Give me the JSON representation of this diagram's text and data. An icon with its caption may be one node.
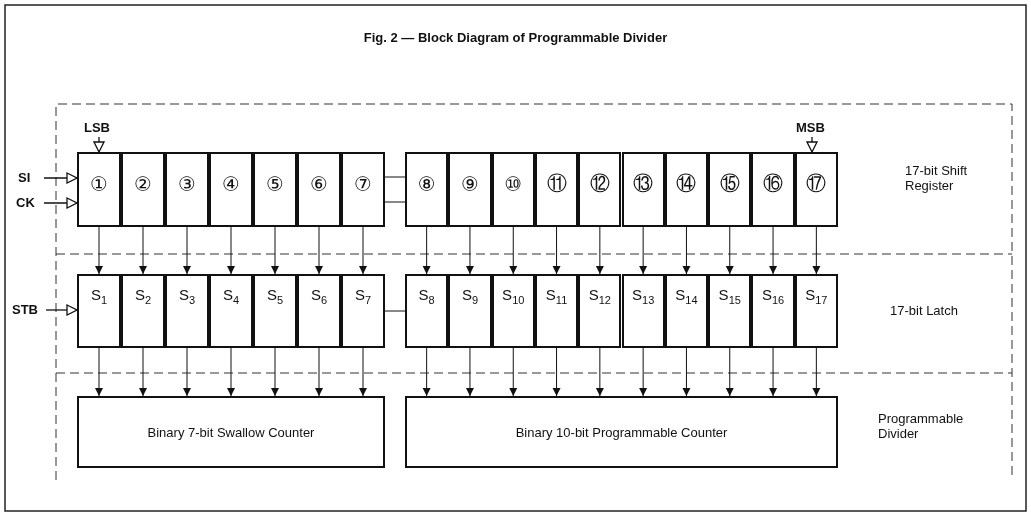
{
  "diagram": {
    "title": "Fig. 2 — Block Diagram of Programmable Divider",
    "nodes": [
      {
        "text": [
          "①"
        ]
      },
      {
        "text": [
          "②"
        ]
      },
      {
        "text": [
          "③"
        ]
      },
      {
        "text": [
          "④"
        ]
      },
      {
        "text": [
          "⑤"
        ]
      },
      {
        "text": [
          "⑥"
        ]
      },
      {
        "text": [
          "⑦"
        ]
      },
      {
        "text": [
          "⑧"
        ]
      },
      {
        "text": [
          "⑨"
        ]
      },
      {
        "text": [
          "⑩"
        ]
      },
      {
        "text": [
          "⑪"
        ]
      },
      {
        "text": [
          "⑫"
        ]
      },
      {
        "text": [
          "⑬"
        ]
      },
      {
        "text": [
          "⑭"
        ]
      },
      {
        "text": [
          "⑮"
        ]
      },
      {
        "text": [
          "⑯"
        ]
      },
      {
        "text": [
          "⑰"
        ]
      },
      {
        "text": [
          "S$_{1}$"
        ]
      },
      {
        "text": [
          "S$_{2}$"
        ]
      },
      {
        "text": [
          "S$_{3}$"
        ]
      },
      {
        "text": [
          "S$_{4}$"
        ]
      },
      {
        "text": [
          "S$_{5}$"
        ]
      },
      {
        "text": [
          "S$_{6}$"
        ]
      },
      {
        "text": [
          "S$_{7}$"
        ]
      },
      {
        "text": [
          "S$_{8}$"
        ]
      },
      {
        "text": [
          "S$_{9}$"
        ]
      },
      {
        "text": [
          "S$_{10}$"
        ]
      },
      {
        "text": [
          "S$_{11}$"
        ]
      },
      {
        "text": [
          "S$_{12}$"
        ]
      },
      {
        "text": [
          "S$_{13}$"
        ]
      },
      {
        "text": [
          "S$_{14}$"
        ]
      },
      {
        "text": [
          "S$_{15}$"
        ]
      },
      {
        "text": [
          "S$_{16}$"
        ]
      },
      {
        "text": [
          "S$_{17}$"
        ]
      },
      {
        "text": [
          "Binary 7-bit Swallow Counter"
        ]
      },
      {
        "text": [
          "Binary 10-bit Programmable Counter"
        ]
      },
      {
        "text": [
          "SI"
        ]
      },
      {
        "text": [
          "CK"
        ]
      },
      {
        "text": [
          "STB"
        ]
      },
      {
        "text": [
          "LSB"
        ]
      },
      {
        "text": [
          "MSB"
        ]
      }
    ],
    "edges": [
      {
        "from": 36,
        "to": 0,
        "arrow": "to"
      },
      {
        "from": 37,
        "to": 0,
        "arrow": "to"
      },
      {
        "from": 39,
        "to": 0,
        "arrow": "to"
      },
      {
        "from": 40,
        "to": 16,
        "arrow": "to"
      },
      {
        "from": 38,
        "to": 17,
        "arrow": "to"
      },
      {
        "from": 6,
        "to": 7,
        "arrow": "none"
      },
      {
        "from": 6,
        "to": 7,
        "arrow": "none"
      },
      {
        "from": 23,
        "to": 24,
        "arrow": "none"
      },
      {
        "from": 0,
        "to": 17,
        "arrow": "to"
      },
      {
        "from": 1,
        "to": 18,
        "arrow": "to"
      },
      {
        "from": 2,
        "to": 19,
        "arrow": "to"
      },
      {
        "from": 3,
        "to": 20,
        "arrow": "to"
      },
      {
        "from": 4,
        "to": 21,
        "arrow": "to"
      },
      {
        "from": 5,
        "to": 22,
        "arrow": "to"
      },
      {
        "from": 6,
        "to": 23,
        "arrow": "to"
      },
      {
        "from": 7,
        "to": 24,
        "arrow": "to"
      },
      {
        "from": 8,
        "to": 25,
        "arrow": "to"
      },
      {
        "from": 9,
        "to": 26,
        "arrow": "to"
      },
      {
        "from": 10,
        "to": 27,
        "arrow": "to"
      },
      {
        "from": 11,
        "to": 28,
        "arrow": "to"
      },
      {
        "from": 12,
        "to": 29,
        "arrow": "to"
      },
      {
        "from": 13,
        "to": 30,
        "arrow": "to"
      },
      {
        "from": 14,
        "to": 31,
        "arrow": "to"
      },
      {
        "from": 15,
        "to": 32,
        "arrow": "to"
      },
      {
        "from": 16,
        "to": 33,
        "arrow": "to"
      },
      {
        "from": 17,
        "to": 34,
        "arrow": "to"
      },
      {
        "from": 18,
        "to": 34,
        "arrow": "to"
      },
      {
        "from": 19,
        "to": 34,
        "arrow": "to"
      },
      {
        "from": 20,
        "to": 34,
        "arrow": "to"
      },
      {
        "from": 21,
        "to": 34,
        "arrow": "to"
      },
      {
        "from": 22,
        "to": 34,
        "arrow": "to"
      },
      {
        "from": 23,
        "to": 34,
        "arrow": "to"
      },
      {
        "from": 24,
        "to": 35,
        "arrow": "to"
      },
      {
        "from": 25,
        "to": 35,
        "arrow": "to"
      },
      {
        "from": 26,
        "to": 35,
        "arrow": "to"
      },
      {
        "from": 27,
        "to": 35,
        "arrow": "to"
      },
      {
        "from": 28,
        "to": 35,
        "arrow": "to"
      },
      {
        "from": 29,
        "to": 35,
        "arrow": "to"
      },
      {
        "from": 30,
        "to": 35,
        "arrow": "to"
      },
      {
        "from": 31,
        "to": 35,
        "arrow": "to"
      },
      {
        "from": 32,
        "to": 35,
        "arrow": "to"
      },
      {
        "from": 33,
        "to": 35,
        "arrow": "to"
      }
    ],
    "labels": [
      "17-bit Shift Register",
      "17-bit Latch",
      "Programmable Divider"
    ]
  }
}
